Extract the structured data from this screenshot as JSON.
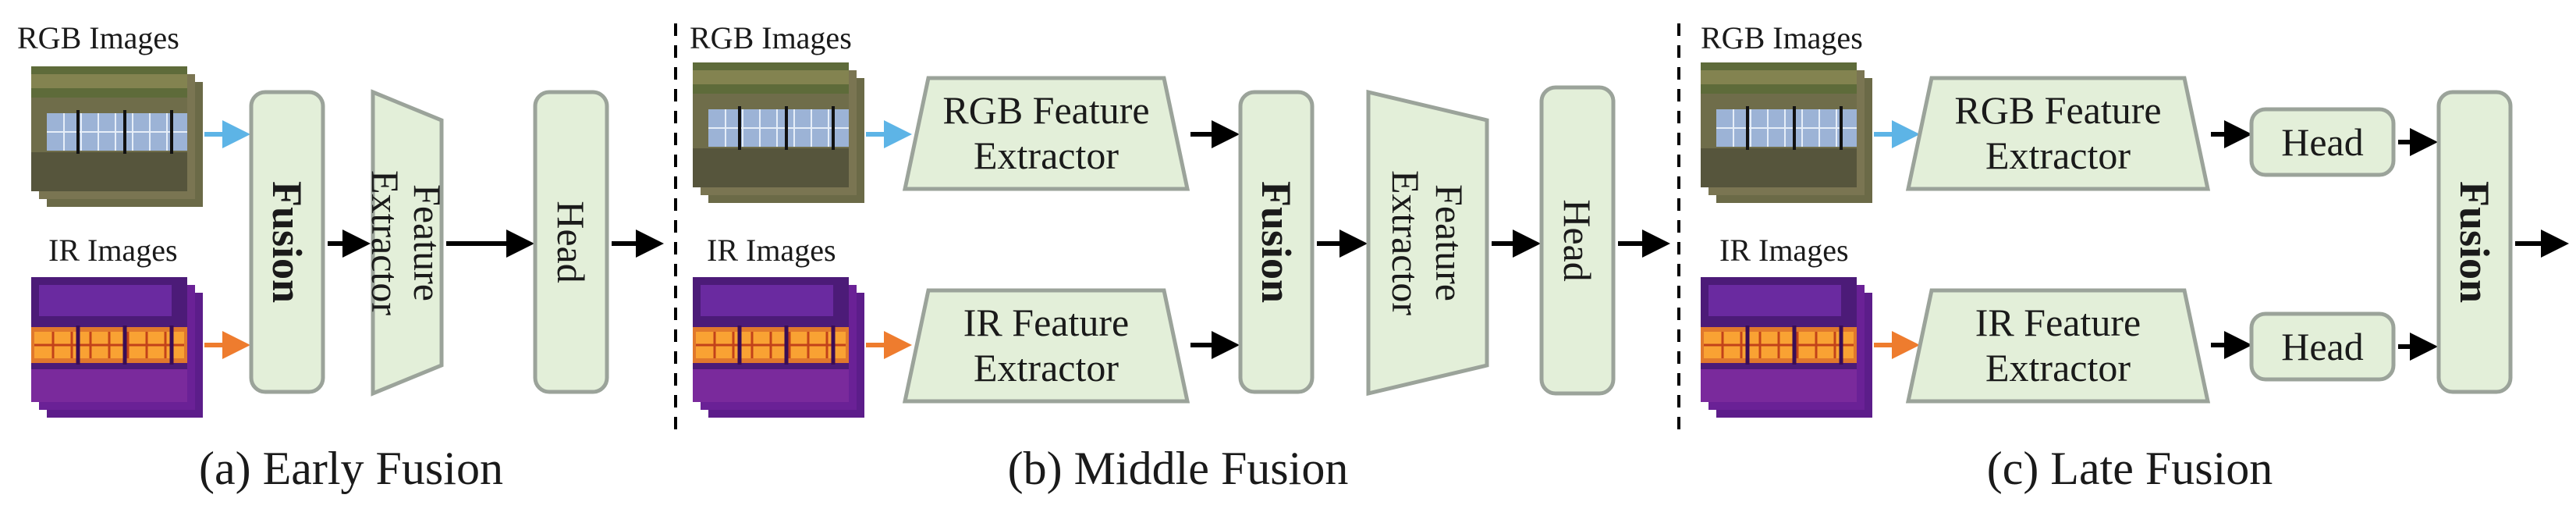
{
  "panels": {
    "early": {
      "caption": "(a) Early Fusion",
      "rgb_label": "RGB Images",
      "ir_label": "IR Images",
      "fusion": "Fusion",
      "extractor_line1": "Feature",
      "extractor_line2": "Extractor",
      "head": "Head"
    },
    "middle": {
      "caption": "(b) Middle Fusion",
      "rgb_label": "RGB Images",
      "ir_label": "IR Images",
      "rgb_extractor_line1": "RGB Feature",
      "rgb_extractor_line2": "Extractor",
      "ir_extractor_line1": "IR Feature",
      "ir_extractor_line2": "Extractor",
      "fusion": "Fusion",
      "extractor_line1": "Feature",
      "extractor_line2": "Extractor",
      "head": "Head"
    },
    "late": {
      "caption": "(c) Late Fusion",
      "rgb_label": "RGB Images",
      "ir_label": "IR Images",
      "rgb_extractor_line1": "RGB Feature",
      "rgb_extractor_line2": "Extractor",
      "ir_extractor_line1": "IR Feature",
      "ir_extractor_line2": "Extractor",
      "head_rgb": "Head",
      "head_ir": "Head",
      "fusion": "Fusion"
    }
  },
  "colors": {
    "box_fill": "#e3efd9",
    "box_stroke": "#9ba39a",
    "rgb_arrow": "#5db4e6",
    "ir_arrow": "#ee7c2e",
    "arrow": "#000000"
  }
}
